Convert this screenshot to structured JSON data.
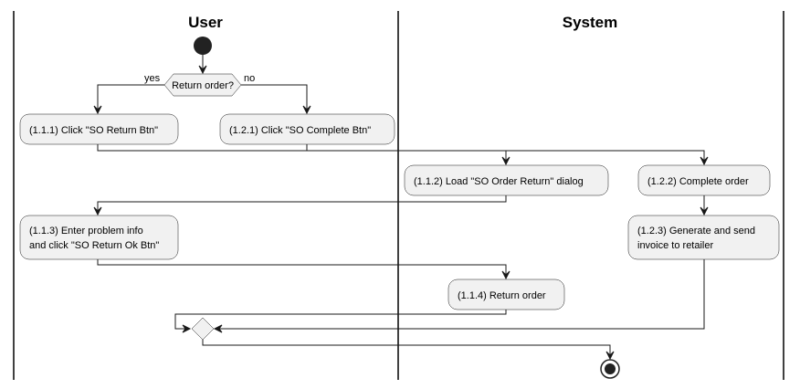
{
  "lanes": {
    "user": "User",
    "system": "System"
  },
  "decision": {
    "label": "Return order?",
    "yes": "yes",
    "no": "no"
  },
  "activities": {
    "a111": [
      "(1.1.1) Click \"SO Return Btn\""
    ],
    "a121": [
      "(1.2.1) Click \"SO Complete Btn\""
    ],
    "a112": [
      "(1.1.2) Load \"SO Order Return\" dialog"
    ],
    "a122": [
      "(1.2.2) Complete order"
    ],
    "a113": [
      "(1.1.3) Enter problem info",
      "and click \"SO Return Ok Btn\""
    ],
    "a123": [
      "(1.2.3) Generate and send",
      "invoice to retailer"
    ],
    "a114": [
      "(1.1.4) Return order"
    ]
  },
  "colors": {
    "activity_fill": "#f1f1f1",
    "stroke": "#181818",
    "background": "#ffffff"
  }
}
